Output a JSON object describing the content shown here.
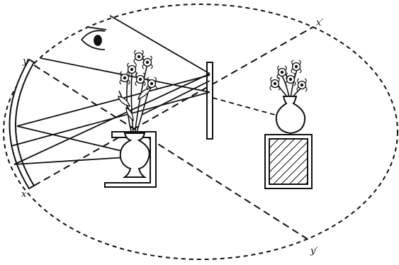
{
  "labels": {
    "x": "x",
    "x_prime": "x′",
    "y": "y",
    "y_prime": "y′"
  },
  "colors": {
    "ink": "#111111",
    "background": "#ffffff"
  },
  "icons": {
    "eye": "eye-icon"
  }
}
